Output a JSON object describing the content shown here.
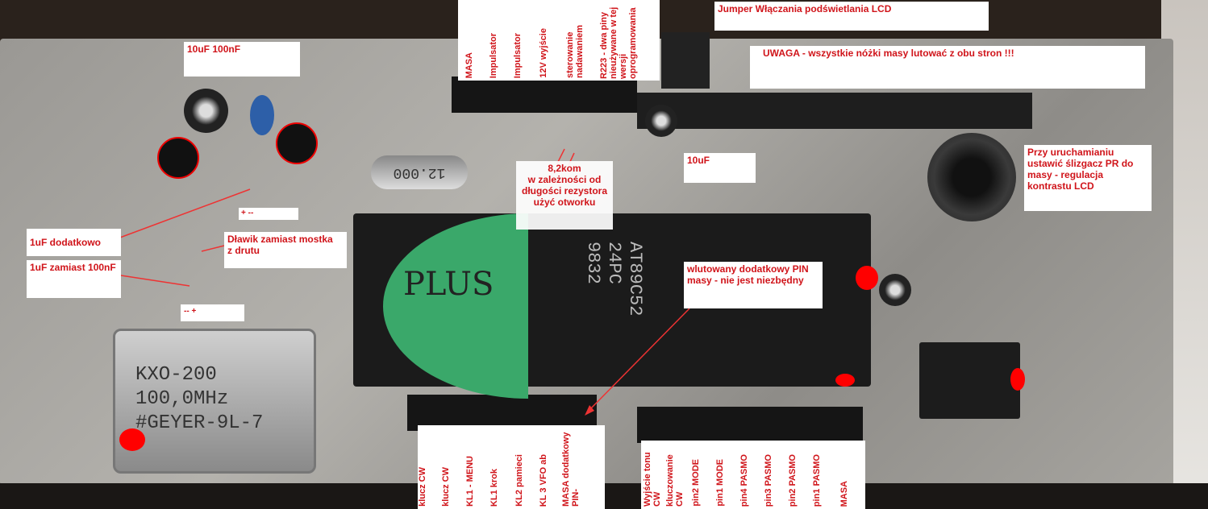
{
  "labels": {
    "caps_top": "10uF            100nF",
    "jumper": "Jumper Włączania podświetlania LCD",
    "uwaga": "UWAGA - wszystkie nóżki masy lutować z obu stron !!!",
    "cap_10uf": "10uF",
    "resistor": "8,2kom\nw zależności od\ndługości rezystora\nużyć otworku",
    "contrast": "Przy uruchamianiu ustawić ślizgacz PR  do masy - regulacja kontrastu LCD",
    "polarity_top": "+        --",
    "uf_extra": "1uF dodatkowo",
    "choke": "Dławik zamiast mostka\nz drutu",
    "uf_instead": "1uF zamiast 100nF",
    "polarity_bottom": "--    +",
    "ground_pin": "wlutowany dodatkowy PIN masy - nie jest niezbędny"
  },
  "top_header_pins": [
    "MASA",
    "Impulsator",
    "Impulsator",
    "12V wyjście",
    "sterowanie nadawaniem",
    "R223 - dwa piny nieużywane w tej wersji oprogramowania"
  ],
  "bottom_left_pins": [
    "klucz CW",
    "klucz CW",
    "KL1 - MENU",
    "KL1 krok",
    "KL2 pamieci",
    "KL 3  VFO ab",
    "MASA dodatkowy PIN-"
  ],
  "bottom_right_pins": [
    "Wyjście tonu CW",
    "kluczowanie CW",
    "pin2 MODE",
    "pin1 MODE",
    "pin4 PASMO",
    "pin3 PASMO",
    "pin2 PASMO",
    "pin1 PASMO",
    "MASA"
  ],
  "components": {
    "mcu_text": "AT89C52\n24PC\n9832",
    "mcu_handwriting": "PLUS",
    "crystal": "12.000",
    "oscillator": "KXO-200\n100,0MHz\n#GEYER-9L-7"
  },
  "colors": {
    "annotation": "#d0141a",
    "marker": "#ff0000"
  }
}
